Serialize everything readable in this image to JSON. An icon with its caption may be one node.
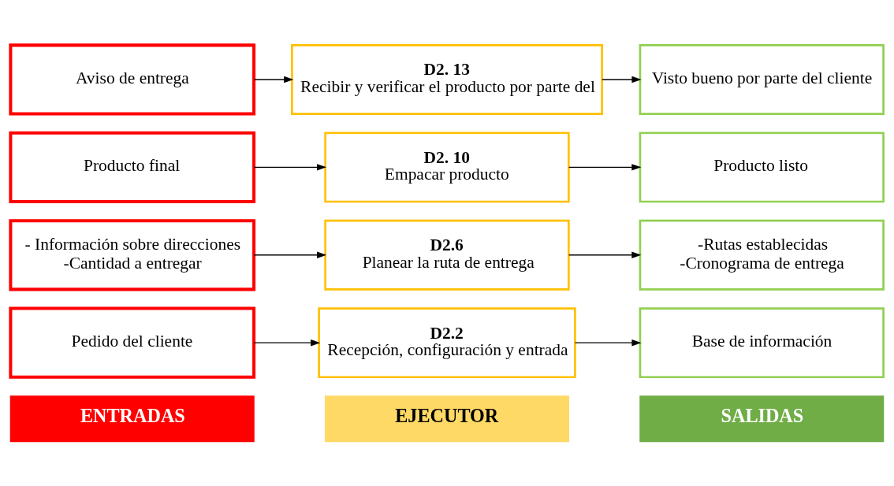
{
  "diagram": {
    "nodes": [
      {
        "text": [
          "ENTRADAS"
        ]
      },
      {
        "text": [
          "EJECUTOR"
        ]
      },
      {
        "text": [
          "SALIDAS"
        ]
      },
      {
        "text": [
          "Pedido del cliente"
        ]
      },
      {
        "text": [
          "D2.2",
          "Recepción, configuración y entrada"
        ]
      },
      {
        "text": [
          "Base de información"
        ]
      },
      {
        "text": [
          "- Información sobre direcciones",
          "-Cantidad a entregar"
        ]
      },
      {
        "text": [
          "D2.6",
          "Planear la ruta de entrega"
        ]
      },
      {
        "text": [
          "-Rutas establecidas",
          "-Cronograma de entrega"
        ]
      },
      {
        "text": [
          "Producto final"
        ]
      },
      {
        "text": [
          "D2. 10",
          "Empacar producto"
        ]
      },
      {
        "text": [
          "Producto listo"
        ]
      },
      {
        "text": [
          "Aviso de entrega"
        ]
      },
      {
        "text": [
          "D2. 13",
          "Recibir y verificar el producto por parte del"
        ]
      },
      {
        "text": [
          "Visto bueno por parte del cliente"
        ]
      }
    ],
    "edges": [
      {
        "from": 3,
        "to": 4,
        "arrow": "to"
      },
      {
        "from": 4,
        "to": 5,
        "arrow": "to"
      },
      {
        "from": 6,
        "to": 7,
        "arrow": "to"
      },
      {
        "from": 7,
        "to": 8,
        "arrow": "to"
      },
      {
        "from": 9,
        "to": 10,
        "arrow": "to"
      },
      {
        "from": 10,
        "to": 11,
        "arrow": "to"
      },
      {
        "from": 12,
        "to": 13,
        "arrow": "to"
      },
      {
        "from": 13,
        "to": 14,
        "arrow": "to"
      }
    ]
  }
}
